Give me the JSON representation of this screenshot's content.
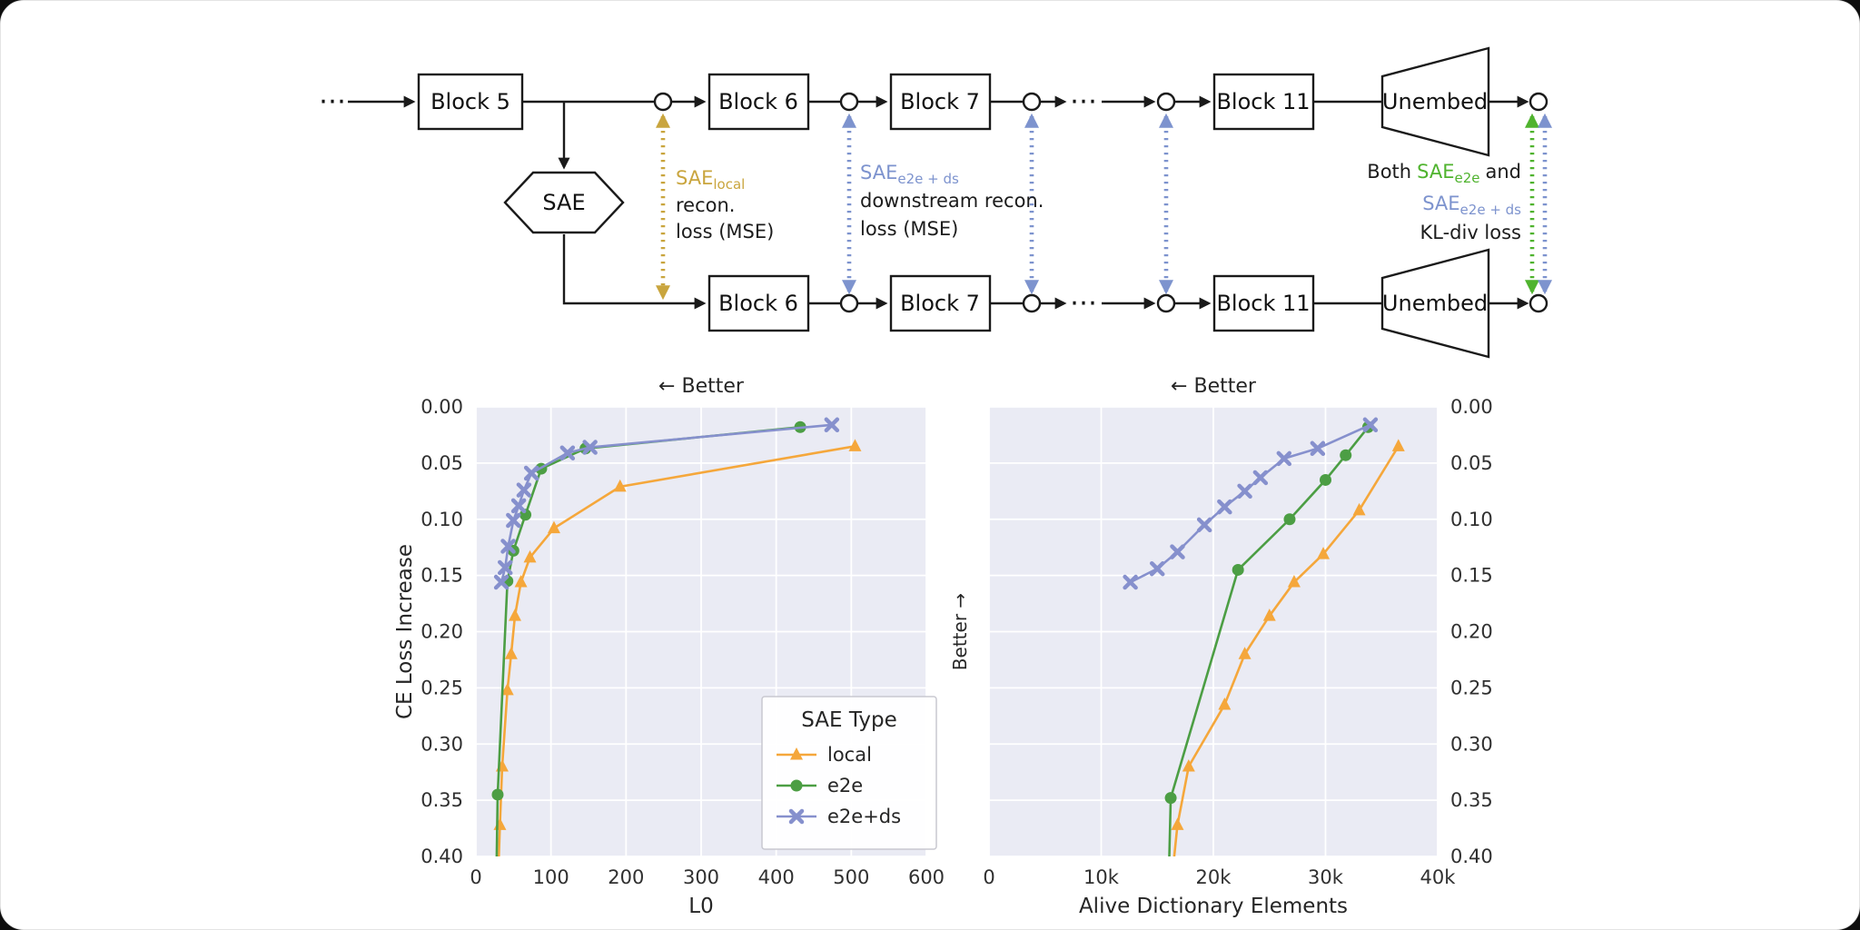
{
  "figure": {
    "diagram": {
      "dots": "⋯",
      "blocks": {
        "b5": "Block 5",
        "b6": "Block 6",
        "b7": "Block 7",
        "b11": "Block 11",
        "unembed": "Unembed",
        "sae": "SAE"
      },
      "local_loss": {
        "sae": "SAE",
        "sub": "local",
        "line2": "recon.",
        "line3": "loss (MSE)"
      },
      "ds_loss": {
        "sae": "SAE",
        "sub": "e2e + ds",
        "line2": "downstream recon.",
        "line3": "loss (MSE)"
      },
      "kl_loss": {
        "p1": "Both",
        "sae1": "SAE",
        "sub1": "e2e",
        "p2": "and",
        "sae2": "SAE",
        "sub2": "e2e + ds",
        "line3": "KL-div loss"
      },
      "colors": {
        "local_arrow": "#C9A53E",
        "e2e_green": "#4FB32E",
        "e2e_ds_blue": "#7D93CE"
      }
    }
  },
  "chart_data": [
    {
      "type": "line",
      "title": "← Better",
      "xlabel": "L0",
      "ylabel": "CE Loss Increase",
      "xlim": [
        0,
        600
      ],
      "ylim": [
        0.4,
        0.0
      ],
      "y_axis_inverted": true,
      "grid": true,
      "background": "#EAEBF4",
      "xticks": [
        "0",
        "100",
        "200",
        "300",
        "400",
        "500",
        "600"
      ],
      "xtick_vals": [
        0,
        100,
        200,
        300,
        400,
        500,
        600
      ],
      "yticks": [
        "0.00",
        "0.05",
        "0.10",
        "0.15",
        "0.20",
        "0.25",
        "0.30",
        "0.35",
        "0.40"
      ],
      "ytick_vals": [
        0,
        0.05,
        0.1,
        0.15,
        0.2,
        0.25,
        0.3,
        0.35,
        0.4
      ],
      "legend": {
        "title": "SAE Type",
        "position": "lower right"
      },
      "series": [
        {
          "name": "local",
          "color": "#F5A73B",
          "marker": "triangle",
          "points": [
            [
              505,
              0.035
            ],
            [
              192,
              0.071
            ],
            [
              104,
              0.108
            ],
            [
              72,
              0.134
            ],
            [
              60,
              0.156
            ],
            [
              52,
              0.186
            ],
            [
              47,
              0.22
            ],
            [
              42,
              0.252
            ],
            [
              35,
              0.32
            ],
            [
              32,
              0.372
            ],
            [
              29,
              0.43
            ]
          ]
        },
        {
          "name": "e2e",
          "color": "#4C9E44",
          "marker": "circle",
          "points": [
            [
              432,
              0.018
            ],
            [
              146,
              0.037
            ],
            [
              87,
              0.055
            ],
            [
              66,
              0.096
            ],
            [
              50,
              0.128
            ],
            [
              42,
              0.155
            ],
            [
              29,
              0.345
            ],
            [
              27,
              0.43
            ]
          ]
        },
        {
          "name": "e2e+ds",
          "color": "#8690CD",
          "marker": "x",
          "points": [
            [
              474,
              0.016
            ],
            [
              152,
              0.036
            ],
            [
              122,
              0.041
            ],
            [
              74,
              0.059
            ],
            [
              64,
              0.074
            ],
            [
              57,
              0.088
            ],
            [
              50,
              0.101
            ],
            [
              43,
              0.124
            ],
            [
              39,
              0.143
            ],
            [
              34,
              0.156
            ]
          ]
        }
      ]
    },
    {
      "type": "line",
      "title": "← Better",
      "xlabel": "Alive Dictionary Elements",
      "side_label": "Better →",
      "xlim": [
        0,
        40000
      ],
      "ylim": [
        0.4,
        0.0
      ],
      "y_axis_inverted": true,
      "grid": true,
      "background": "#EAEBF4",
      "xticks": [
        "0",
        "10k",
        "20k",
        "30k",
        "40k"
      ],
      "xtick_vals": [
        0,
        10000,
        20000,
        30000,
        40000
      ],
      "yticks": [
        "0.00",
        "0.05",
        "0.10",
        "0.15",
        "0.20",
        "0.25",
        "0.30",
        "0.35",
        "0.40"
      ],
      "ytick_vals": [
        0,
        0.05,
        0.1,
        0.15,
        0.2,
        0.25,
        0.3,
        0.35,
        0.4
      ],
      "yticks_side": "right",
      "series": [
        {
          "name": "local",
          "color": "#F5A73B",
          "marker": "triangle",
          "points": [
            [
              36500,
              0.035
            ],
            [
              33000,
              0.092
            ],
            [
              29800,
              0.131
            ],
            [
              27200,
              0.156
            ],
            [
              25000,
              0.186
            ],
            [
              22800,
              0.22
            ],
            [
              21000,
              0.265
            ],
            [
              17800,
              0.32
            ],
            [
              16800,
              0.372
            ],
            [
              16200,
              0.43
            ]
          ]
        },
        {
          "name": "e2e",
          "color": "#4C9E44",
          "marker": "circle",
          "points": [
            [
              33800,
              0.018
            ],
            [
              31800,
              0.043
            ],
            [
              30000,
              0.065
            ],
            [
              26800,
              0.1
            ],
            [
              22200,
              0.145
            ],
            [
              16200,
              0.348
            ],
            [
              16000,
              0.43
            ]
          ]
        },
        {
          "name": "e2e+ds",
          "color": "#8690CD",
          "marker": "x",
          "points": [
            [
              34000,
              0.016
            ],
            [
              29300,
              0.037
            ],
            [
              26300,
              0.046
            ],
            [
              24200,
              0.063
            ],
            [
              22800,
              0.075
            ],
            [
              21000,
              0.089
            ],
            [
              19200,
              0.105
            ],
            [
              16800,
              0.129
            ],
            [
              15000,
              0.144
            ],
            [
              12600,
              0.156
            ]
          ]
        }
      ]
    }
  ]
}
